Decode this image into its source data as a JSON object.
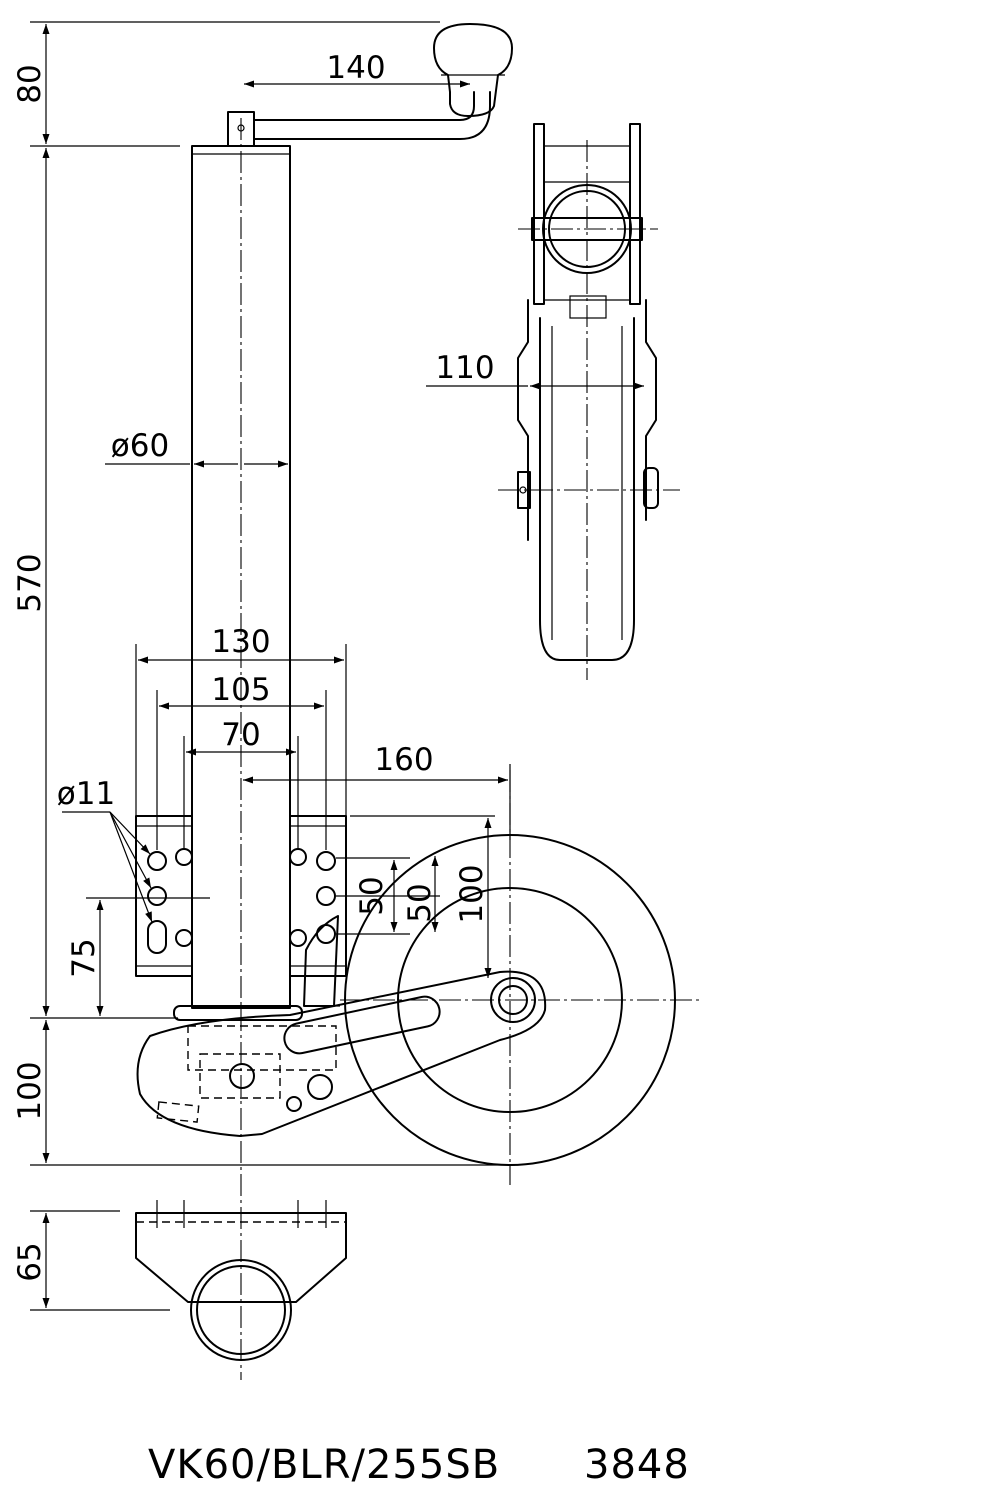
{
  "dimensions": {
    "crank_height": "80",
    "tube_height": "570",
    "crank_reach": "140",
    "tube_diameter": "ø60",
    "front_width": "110",
    "plate_width_outer": "130",
    "plate_width_mid": "105",
    "plate_width_inner": "70",
    "wheel_offset": "160",
    "hole_diameter": "ø11",
    "hole_pitch_a": "50",
    "hole_pitch_b": "50",
    "wheel_axle_height": "100",
    "plate_bottom_height": "75",
    "foot_height": "100",
    "clamp_height": "65"
  },
  "title_block": {
    "model": "VK60/BLR/255SB",
    "number": "3848"
  }
}
